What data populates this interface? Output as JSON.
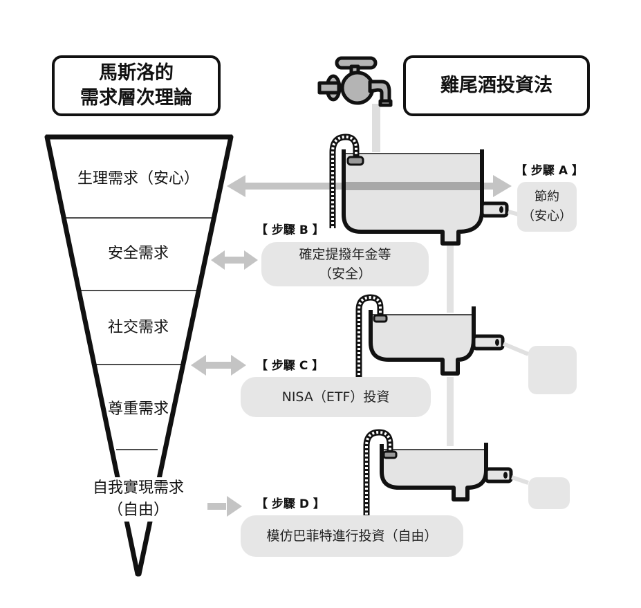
{
  "left_panel": {
    "title": "馬斯洛的\n需求層次理論",
    "levels": [
      {
        "id": "physiological",
        "label": "生理需求（安心）"
      },
      {
        "id": "safety",
        "label": "安全需求"
      },
      {
        "id": "social",
        "label": "社交需求"
      },
      {
        "id": "esteem",
        "label": "尊重需求"
      },
      {
        "id": "self_actualization",
        "label": "自我實現需求\n（自由）"
      }
    ]
  },
  "right_panel": {
    "title": "雞尾酒投資法",
    "steps": [
      {
        "id": "A",
        "label": "【 步驟 A 】",
        "text": "節約\n（安心）"
      },
      {
        "id": "B",
        "label": "【 步驟 B 】",
        "text": "確定提撥年金等\n（安全）"
      },
      {
        "id": "C",
        "label": "【 步驟 C 】",
        "text": "NISA（ETF）投資"
      },
      {
        "id": "D",
        "label": "【 步驟 D 】",
        "text": "模仿巴菲特進行投資（自由）"
      }
    ]
  },
  "icons": {
    "faucet": "faucet-icon",
    "tub": "bathtub-icon",
    "hose": "shower-hose-icon",
    "arrow": "double-arrow-icon"
  },
  "colors": {
    "outline": "#111111",
    "arrow_gray": "#c4c4c4",
    "bubble_gray": "#e6e6e6",
    "water_gray": "#e2e2e2",
    "faucet_gray": "#b4b4b4"
  }
}
